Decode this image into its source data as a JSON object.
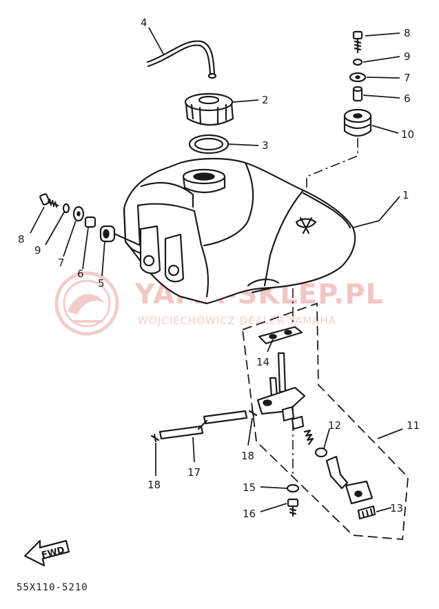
{
  "watermark": {
    "title": "YAMA-SKLEP.PL",
    "subtitle": "WOJCIECHOWICZ DEALER YAMAHA",
    "color": "#e9a3a3"
  },
  "callouts": {
    "c1": "1",
    "c2": "2",
    "c3": "3",
    "c4": "4",
    "c5": "5",
    "c6a": "6",
    "c6b": "6",
    "c7a": "7",
    "c7b": "7",
    "c8a": "8",
    "c8b": "8",
    "c9a": "9",
    "c9b": "9",
    "c10": "10",
    "c11": "11",
    "c12": "12",
    "c13": "13",
    "c14": "14",
    "c15": "15",
    "c16": "16",
    "c17": "17",
    "c18a": "18",
    "c18b": "18"
  },
  "fwd_label": "FWD",
  "diagram_code": "55X110-5210"
}
